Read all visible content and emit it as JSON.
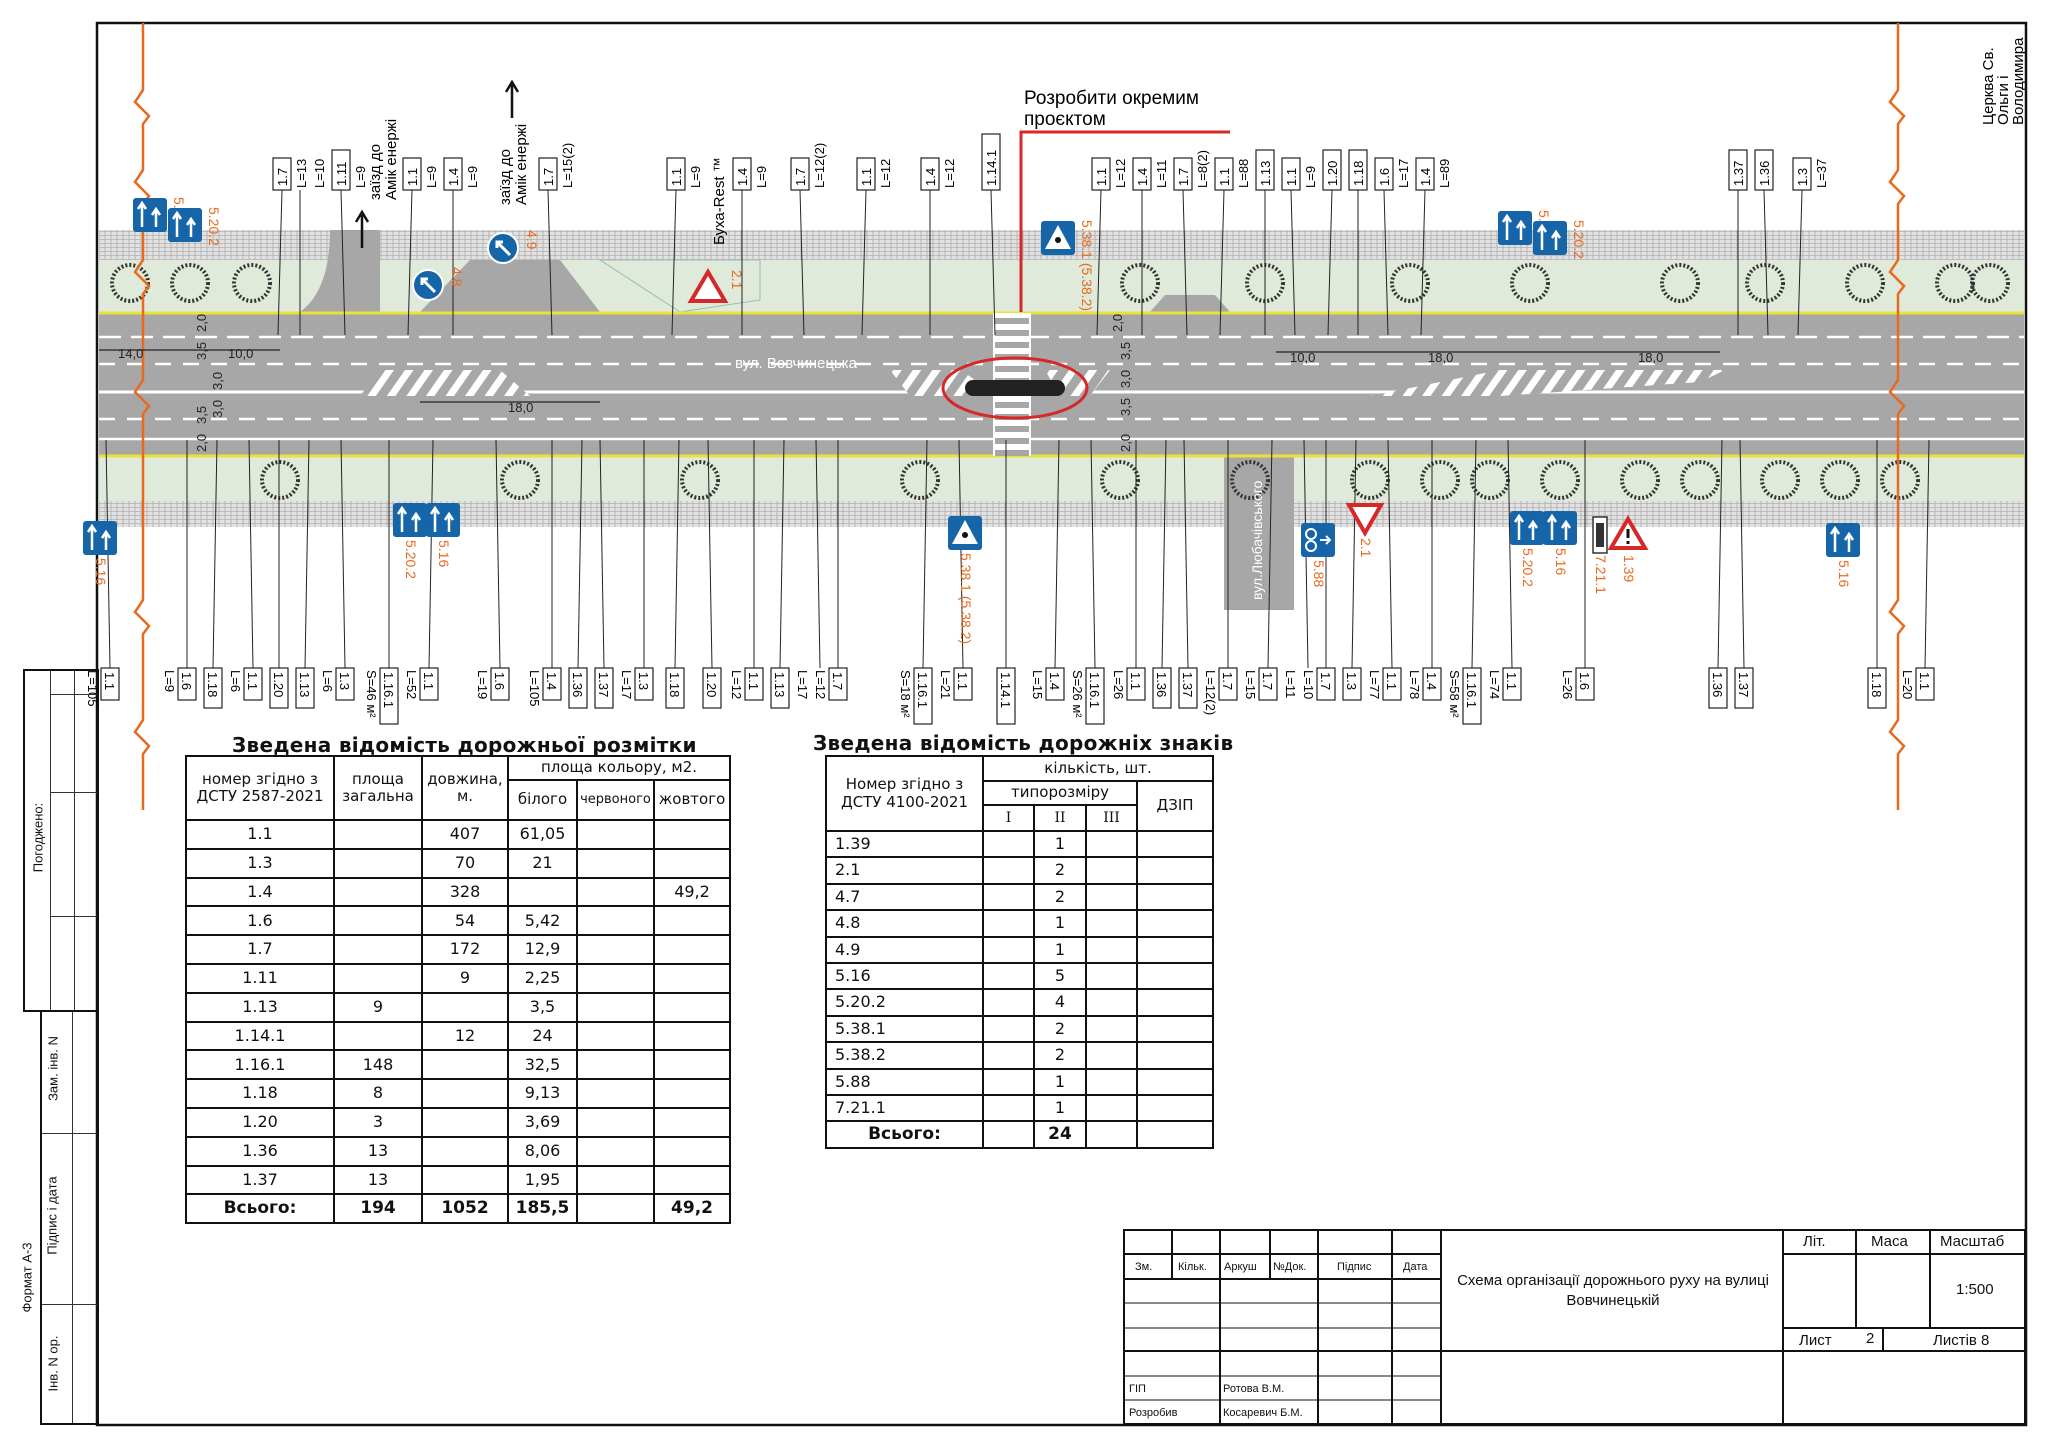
{
  "plan": {
    "street_main": "вул. Вовчинецька",
    "street_side": "вул.Любачівського",
    "entrance_label_1": [
      "заїзд до",
      "Амік енержі"
    ],
    "entrance_label_2": [
      "заїзд до",
      "Амік енержі"
    ],
    "business_label": "Буха-Rest ™",
    "church_label": [
      "Церква Св.",
      "Ольги і",
      "Володимира"
    ],
    "note_label": [
      "Розробити окремим",
      "проєктом"
    ],
    "dimensions": [
      "14,0",
      "10,0",
      "18,0",
      "10,0",
      "18,0",
      "18,0",
      "2,0",
      "3,5",
      "3,0",
      "3,0",
      "3,5",
      "2,0",
      "2,0",
      "3,5",
      "3,0",
      "3,5",
      "2,0"
    ],
    "top_callouts": [
      {
        "code": "1.7",
        "len": "L=13"
      },
      {
        "code": "",
        "len": "L=10"
      },
      {
        "code": "1.11",
        "len": "L=9"
      },
      {
        "code": "1.1",
        "len": "L=9"
      },
      {
        "code": "1.4",
        "len": "L=9"
      },
      {
        "code": "1.7",
        "len": "L=15(2)"
      },
      {
        "code": "1.1",
        "len": "L=9"
      },
      {
        "code": "1.4",
        "len": "L=9"
      },
      {
        "code": "1.7",
        "len": "L=12(2)"
      },
      {
        "code": "1.1",
        "len": "L=12"
      },
      {
        "code": "1.4",
        "len": "L=12"
      },
      {
        "code": "1.14.1",
        "len": ""
      },
      {
        "code": "1.1",
        "len": "L=12"
      },
      {
        "code": "1.4",
        "len": "L=11"
      },
      {
        "code": "1.7",
        "len": "L=8(2)"
      },
      {
        "code": "1.1",
        "len": "L=88"
      },
      {
        "code": "1.13",
        "len": ""
      },
      {
        "code": "1.1",
        "len": "L=9"
      },
      {
        "code": "1.20",
        "len": ""
      },
      {
        "code": "1.18",
        "len": ""
      },
      {
        "code": "1.6",
        "len": "L=17"
      },
      {
        "code": "1.4",
        "len": "L=89"
      },
      {
        "code": "1.37",
        "len": ""
      },
      {
        "code": "1.36",
        "len": ""
      },
      {
        "code": "1.3",
        "len": "L=37"
      }
    ],
    "bottom_callouts": [
      {
        "code": "1.1",
        "len": "L=105"
      },
      {
        "code": "1.6",
        "len": "L=9"
      },
      {
        "code": "1.18",
        "len": ""
      },
      {
        "code": "1.1",
        "len": "L=6"
      },
      {
        "code": "1.20",
        "len": ""
      },
      {
        "code": "1.13",
        "len": ""
      },
      {
        "code": "1.3",
        "len": "L=6"
      },
      {
        "code": "1.16.1",
        "len": "S=46 м²"
      },
      {
        "code": "1.1",
        "len": "L=52"
      },
      {
        "code": "1.6",
        "len": "L=19"
      },
      {
        "code": "1.4",
        "len": "L=105"
      },
      {
        "code": "1.36",
        "len": ""
      },
      {
        "code": "1.37",
        "len": ""
      },
      {
        "code": "1.3",
        "len": "L=17"
      },
      {
        "code": "1.18",
        "len": ""
      },
      {
        "code": "1.20",
        "len": ""
      },
      {
        "code": "1.1",
        "len": "L=12"
      },
      {
        "code": "1.13",
        "len": ""
      },
      {
        "code": "",
        "len": "L=17"
      },
      {
        "code": "1.7",
        "len": "L=12"
      },
      {
        "code": "1.16.1",
        "len": "S=18 м²"
      },
      {
        "code": "1.1",
        "len": "L=21"
      },
      {
        "code": "1.14.1",
        "len": ""
      },
      {
        "code": "1.4",
        "len": "L=15"
      },
      {
        "code": "1.16.1",
        "len": "S=26 м²"
      },
      {
        "code": "1.1",
        "len": "L=26"
      },
      {
        "code": "1.36",
        "len": ""
      },
      {
        "code": "1.37",
        "len": ""
      },
      {
        "code": "1.7",
        "len": "L=12(2)"
      },
      {
        "code": "1.7",
        "len": "L=15"
      },
      {
        "code": "",
        "len": "L=11"
      },
      {
        "code": "1.7",
        "len": "L=10"
      },
      {
        "code": "1.3",
        "len": ""
      },
      {
        "code": "1.1",
        "len": "L=77"
      },
      {
        "code": "1.4",
        "len": "L=78"
      },
      {
        "code": "1.16.1",
        "len": "S=58 м²"
      },
      {
        "code": "1.1",
        "len": "L=74"
      },
      {
        "code": "1.6",
        "len": "L=26"
      },
      {
        "code": "1.36",
        "len": ""
      },
      {
        "code": "1.37",
        "len": ""
      },
      {
        "code": "1.18",
        "len": ""
      },
      {
        "code": "1.1",
        "len": "L=20"
      }
    ],
    "signs": [
      {
        "type": "lanes",
        "label": "5.16"
      },
      {
        "type": "lanes",
        "label": "5.20.2"
      },
      {
        "type": "round",
        "label": "4.8"
      },
      {
        "type": "round",
        "label": "4.9"
      },
      {
        "type": "warn",
        "label": "2.1"
      },
      {
        "type": "ped",
        "label": "5.38.1 (5.38.2)"
      },
      {
        "type": "lanes",
        "label": "5.16"
      },
      {
        "type": "lanes",
        "label": "5.20.2"
      },
      {
        "type": "lanes",
        "label": "5.16"
      },
      {
        "type": "lanes",
        "label": "5.20.2"
      },
      {
        "type": "lanes",
        "label": "5.16"
      },
      {
        "type": "ped",
        "label": "5.38.1 (5.38.2)"
      },
      {
        "type": "bike",
        "label": "5.88"
      },
      {
        "type": "yield",
        "label": "2.1"
      },
      {
        "type": "lanes",
        "label": "5.20.2"
      },
      {
        "type": "lanes",
        "label": "5.16"
      },
      {
        "type": "plate",
        "label": "7.21.1"
      },
      {
        "type": "warn",
        "label": "1.39"
      },
      {
        "type": "lanes",
        "label": "5.16"
      }
    ],
    "colors": {
      "road": "#a7a7a7",
      "green": "#dfeadb",
      "paver": "#d9d9d9",
      "sign_blue": "#1565a8",
      "orange": "#e86a1e",
      "red": "#d62828",
      "yellow": "#e8e23a"
    }
  },
  "markings_table": {
    "title": "Зведена відомість дорожньої розмітки",
    "headers": {
      "number": "номер згідно з ДСТУ 2587-2021",
      "area_total": "площа загальна",
      "length": "довжина, м.",
      "color_area": "площа кольору, м2.",
      "white": "білого",
      "red": "червоного",
      "yellow": "жовтого"
    },
    "rows": [
      [
        "1.1",
        "",
        "407",
        "61,05",
        "",
        ""
      ],
      [
        "1.3",
        "",
        "70",
        "21",
        "",
        ""
      ],
      [
        "1.4",
        "",
        "328",
        "",
        "",
        "49,2"
      ],
      [
        "1.6",
        "",
        "54",
        "5,42",
        "",
        ""
      ],
      [
        "1.7",
        "",
        "172",
        "12,9",
        "",
        ""
      ],
      [
        "1.11",
        "",
        "9",
        "2,25",
        "",
        ""
      ],
      [
        "1.13",
        "9",
        "",
        "3,5",
        "",
        ""
      ],
      [
        "1.14.1",
        "",
        "12",
        "24",
        "",
        ""
      ],
      [
        "1.16.1",
        "148",
        "",
        "32,5",
        "",
        ""
      ],
      [
        "1.18",
        "8",
        "",
        "9,13",
        "",
        ""
      ],
      [
        "1.20",
        "3",
        "",
        "3,69",
        "",
        ""
      ],
      [
        "1.36",
        "13",
        "",
        "8,06",
        "",
        ""
      ],
      [
        "1.37",
        "13",
        "",
        "1,95",
        "",
        ""
      ]
    ],
    "total": [
      "Всього:",
      "194",
      "1052",
      "185,5",
      "",
      "49,2"
    ]
  },
  "signs_table": {
    "title": "Зведена відомість дорожніх знаків",
    "headers": {
      "number": "Номер згідно з ДСТУ 4100-2021",
      "quantity": "кількість, шт.",
      "size": "типорозміру",
      "s1": "I",
      "s2": "II",
      "s3": "III",
      "dzip": "ДЗІП"
    },
    "rows": [
      [
        "1.39",
        "",
        "1",
        "",
        ""
      ],
      [
        "2.1",
        "",
        "2",
        "",
        ""
      ],
      [
        "4.7",
        "",
        "2",
        "",
        ""
      ],
      [
        "4.8",
        "",
        "1",
        "",
        ""
      ],
      [
        "4.9",
        "",
        "1",
        "",
        ""
      ],
      [
        "5.16",
        "",
        "5",
        "",
        ""
      ],
      [
        "5.20.2",
        "",
        "4",
        "",
        ""
      ],
      [
        "5.38.1",
        "",
        "2",
        "",
        ""
      ],
      [
        "5.38.2",
        "",
        "2",
        "",
        ""
      ],
      [
        "5.88",
        "",
        "1",
        "",
        ""
      ],
      [
        "7.21.1",
        "",
        "1",
        "",
        ""
      ]
    ],
    "total": [
      "Всього:",
      "",
      "24",
      "",
      ""
    ]
  },
  "stamp": {
    "agreed": "Погоджено:",
    "format": "Формат А-3",
    "replace_inv": "Зам. інв. N",
    "sign_date": "Підпис і дата",
    "inv_orig": "Інв. N ор."
  },
  "title_block": {
    "cols": [
      "Зм.",
      "Кільк.",
      "Аркуш",
      "№Док.",
      "Підпис",
      "Дата"
    ],
    "title": "Схема організації дорожнього руху на вулиці Вовчинецькій",
    "lit": "Літ.",
    "mass": "Маса",
    "scale_label": "Масштаб",
    "scale": "1:500",
    "sheet_label": "Лист",
    "sheet": "2",
    "sheets_label": "Листів 8",
    "role1": "ГІП",
    "name1": "Ротова В.М.",
    "role2": "Розробив",
    "name2": "Косаревич Б.М."
  }
}
